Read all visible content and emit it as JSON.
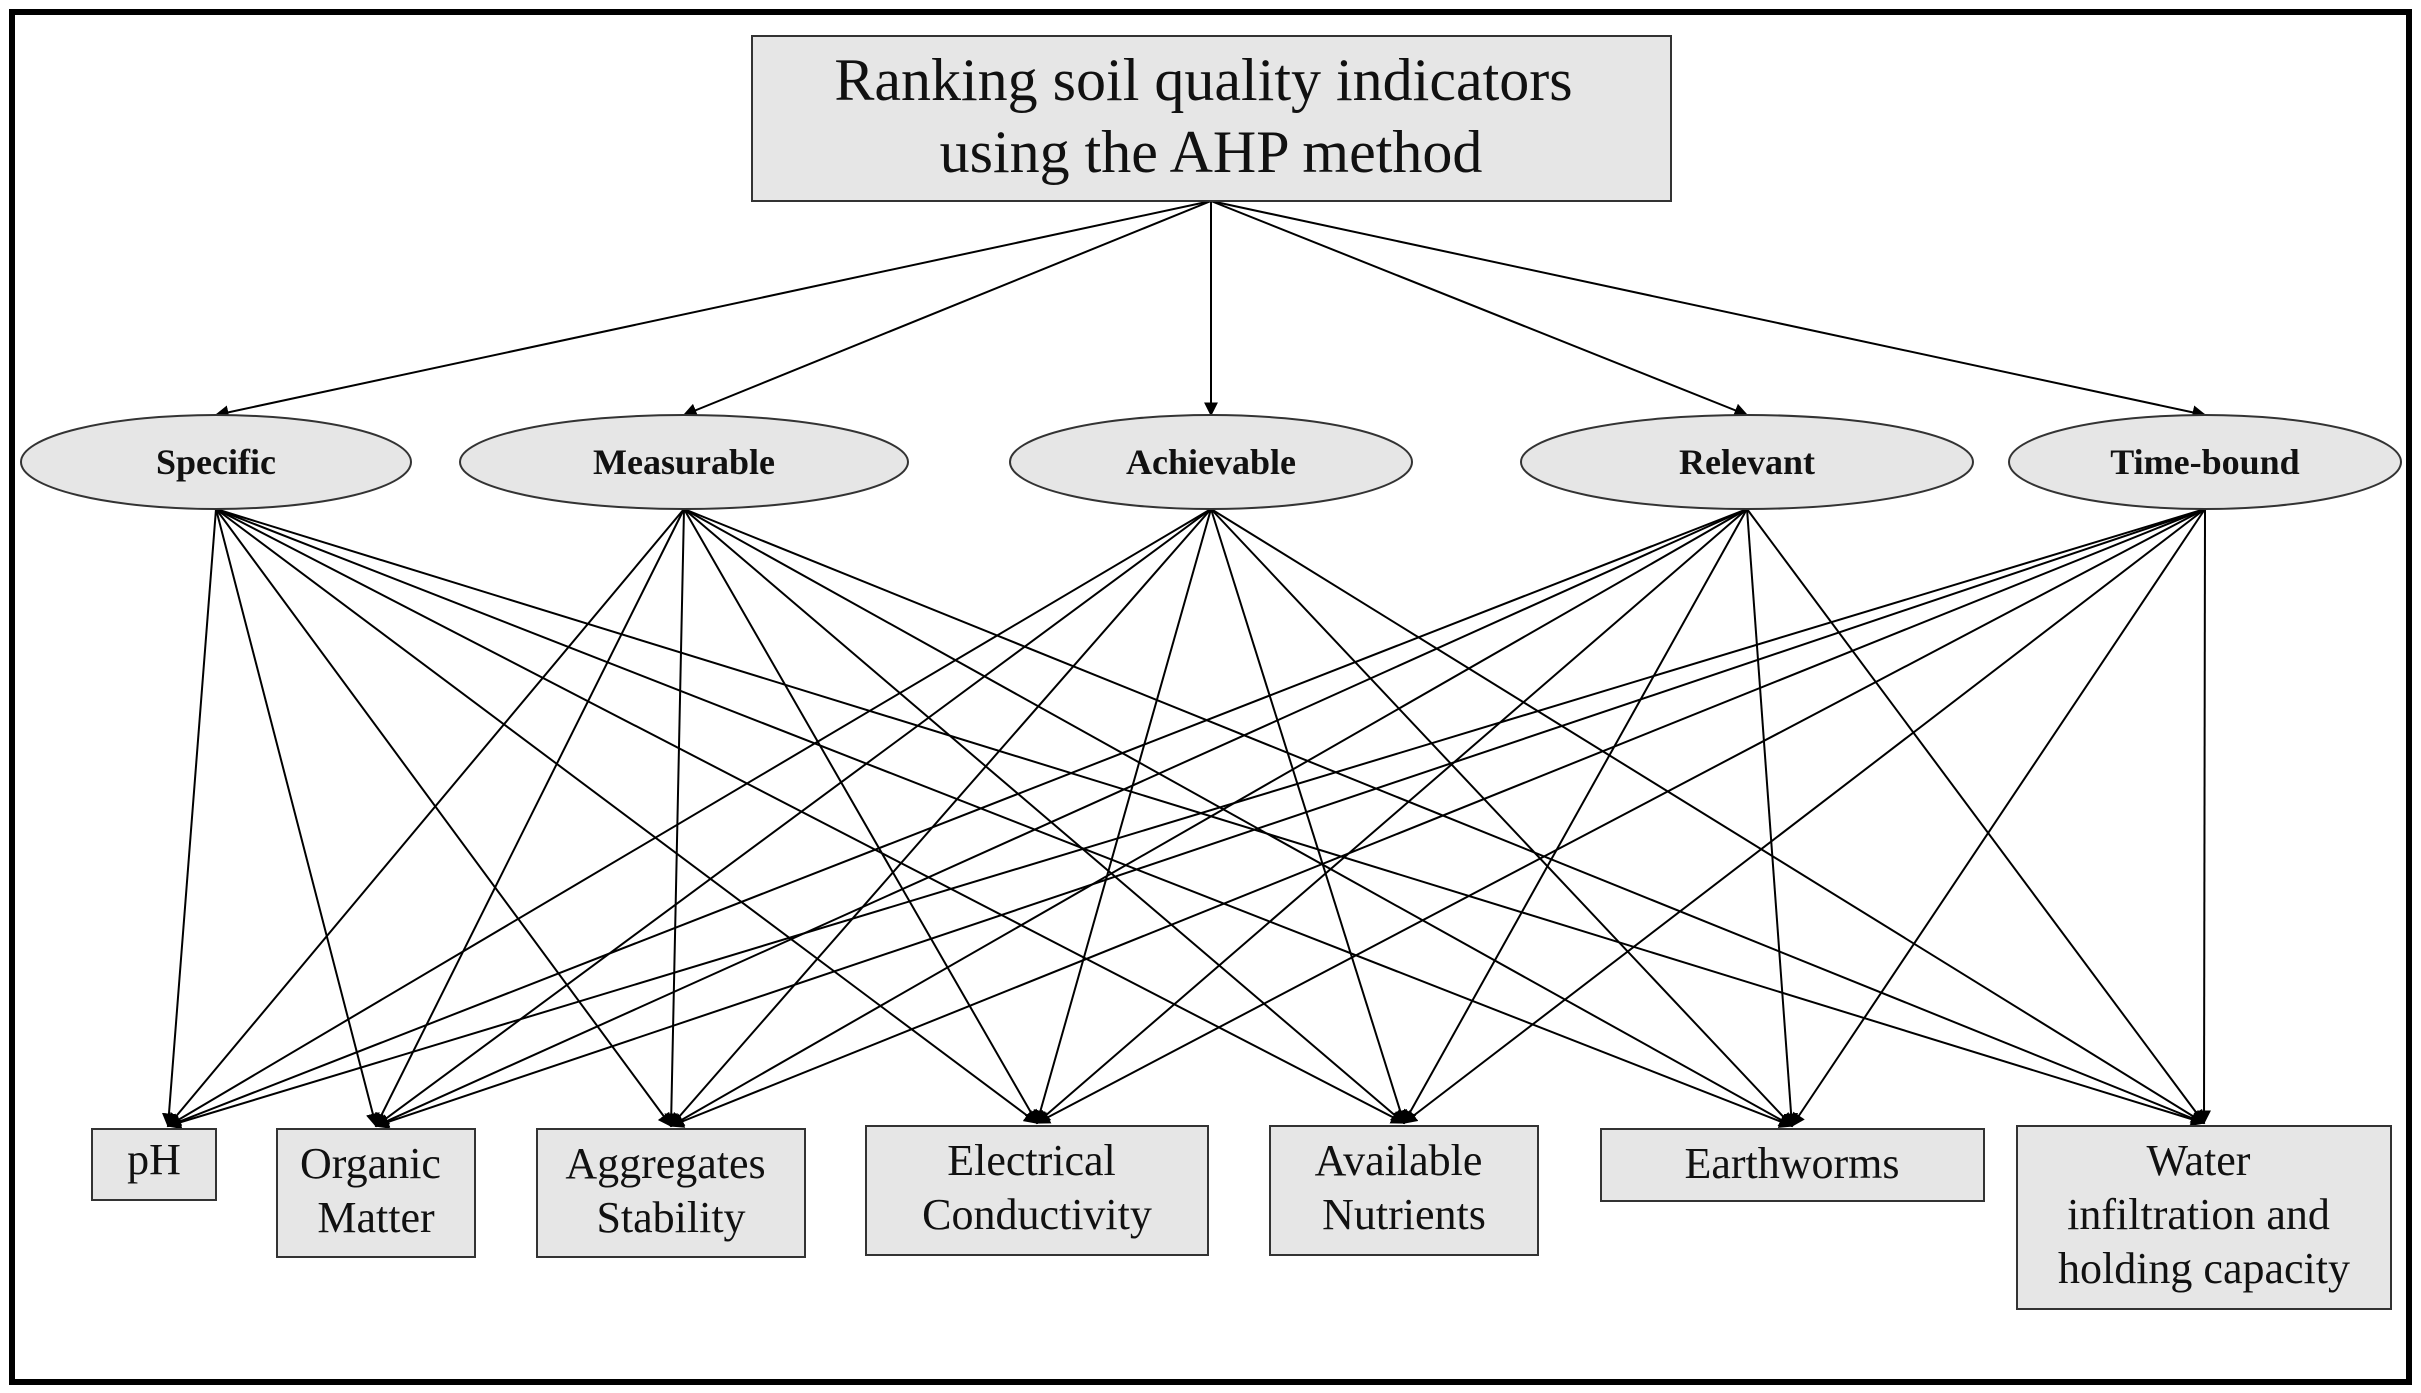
{
  "goal": {
    "lines": [
      "Ranking soil quality indicators",
      "using the AHP method"
    ]
  },
  "criteria": [
    "Specific",
    "Measurable",
    "Achievable",
    "Relevant",
    "Time-bound"
  ],
  "alternatives": [
    {
      "name": "ph",
      "lines": [
        "pH"
      ]
    },
    {
      "name": "organic-matter",
      "lines": [
        "Organic",
        "Matter"
      ]
    },
    {
      "name": "aggregates-stability",
      "lines": [
        "Aggregates",
        "Stability"
      ]
    },
    {
      "name": "electrical-conductivity",
      "lines": [
        "Electrical",
        "Conductivity"
      ]
    },
    {
      "name": "available-nutrients",
      "lines": [
        "Available",
        "Nutrients"
      ]
    },
    {
      "name": "earthworms",
      "lines": [
        "Earthworms"
      ]
    },
    {
      "name": "water-infiltration",
      "lines": [
        "Water",
        "infiltration and",
        "holding capacity"
      ]
    }
  ],
  "colors": {
    "node_fill": "#e6e6e6",
    "line": "#000000"
  }
}
